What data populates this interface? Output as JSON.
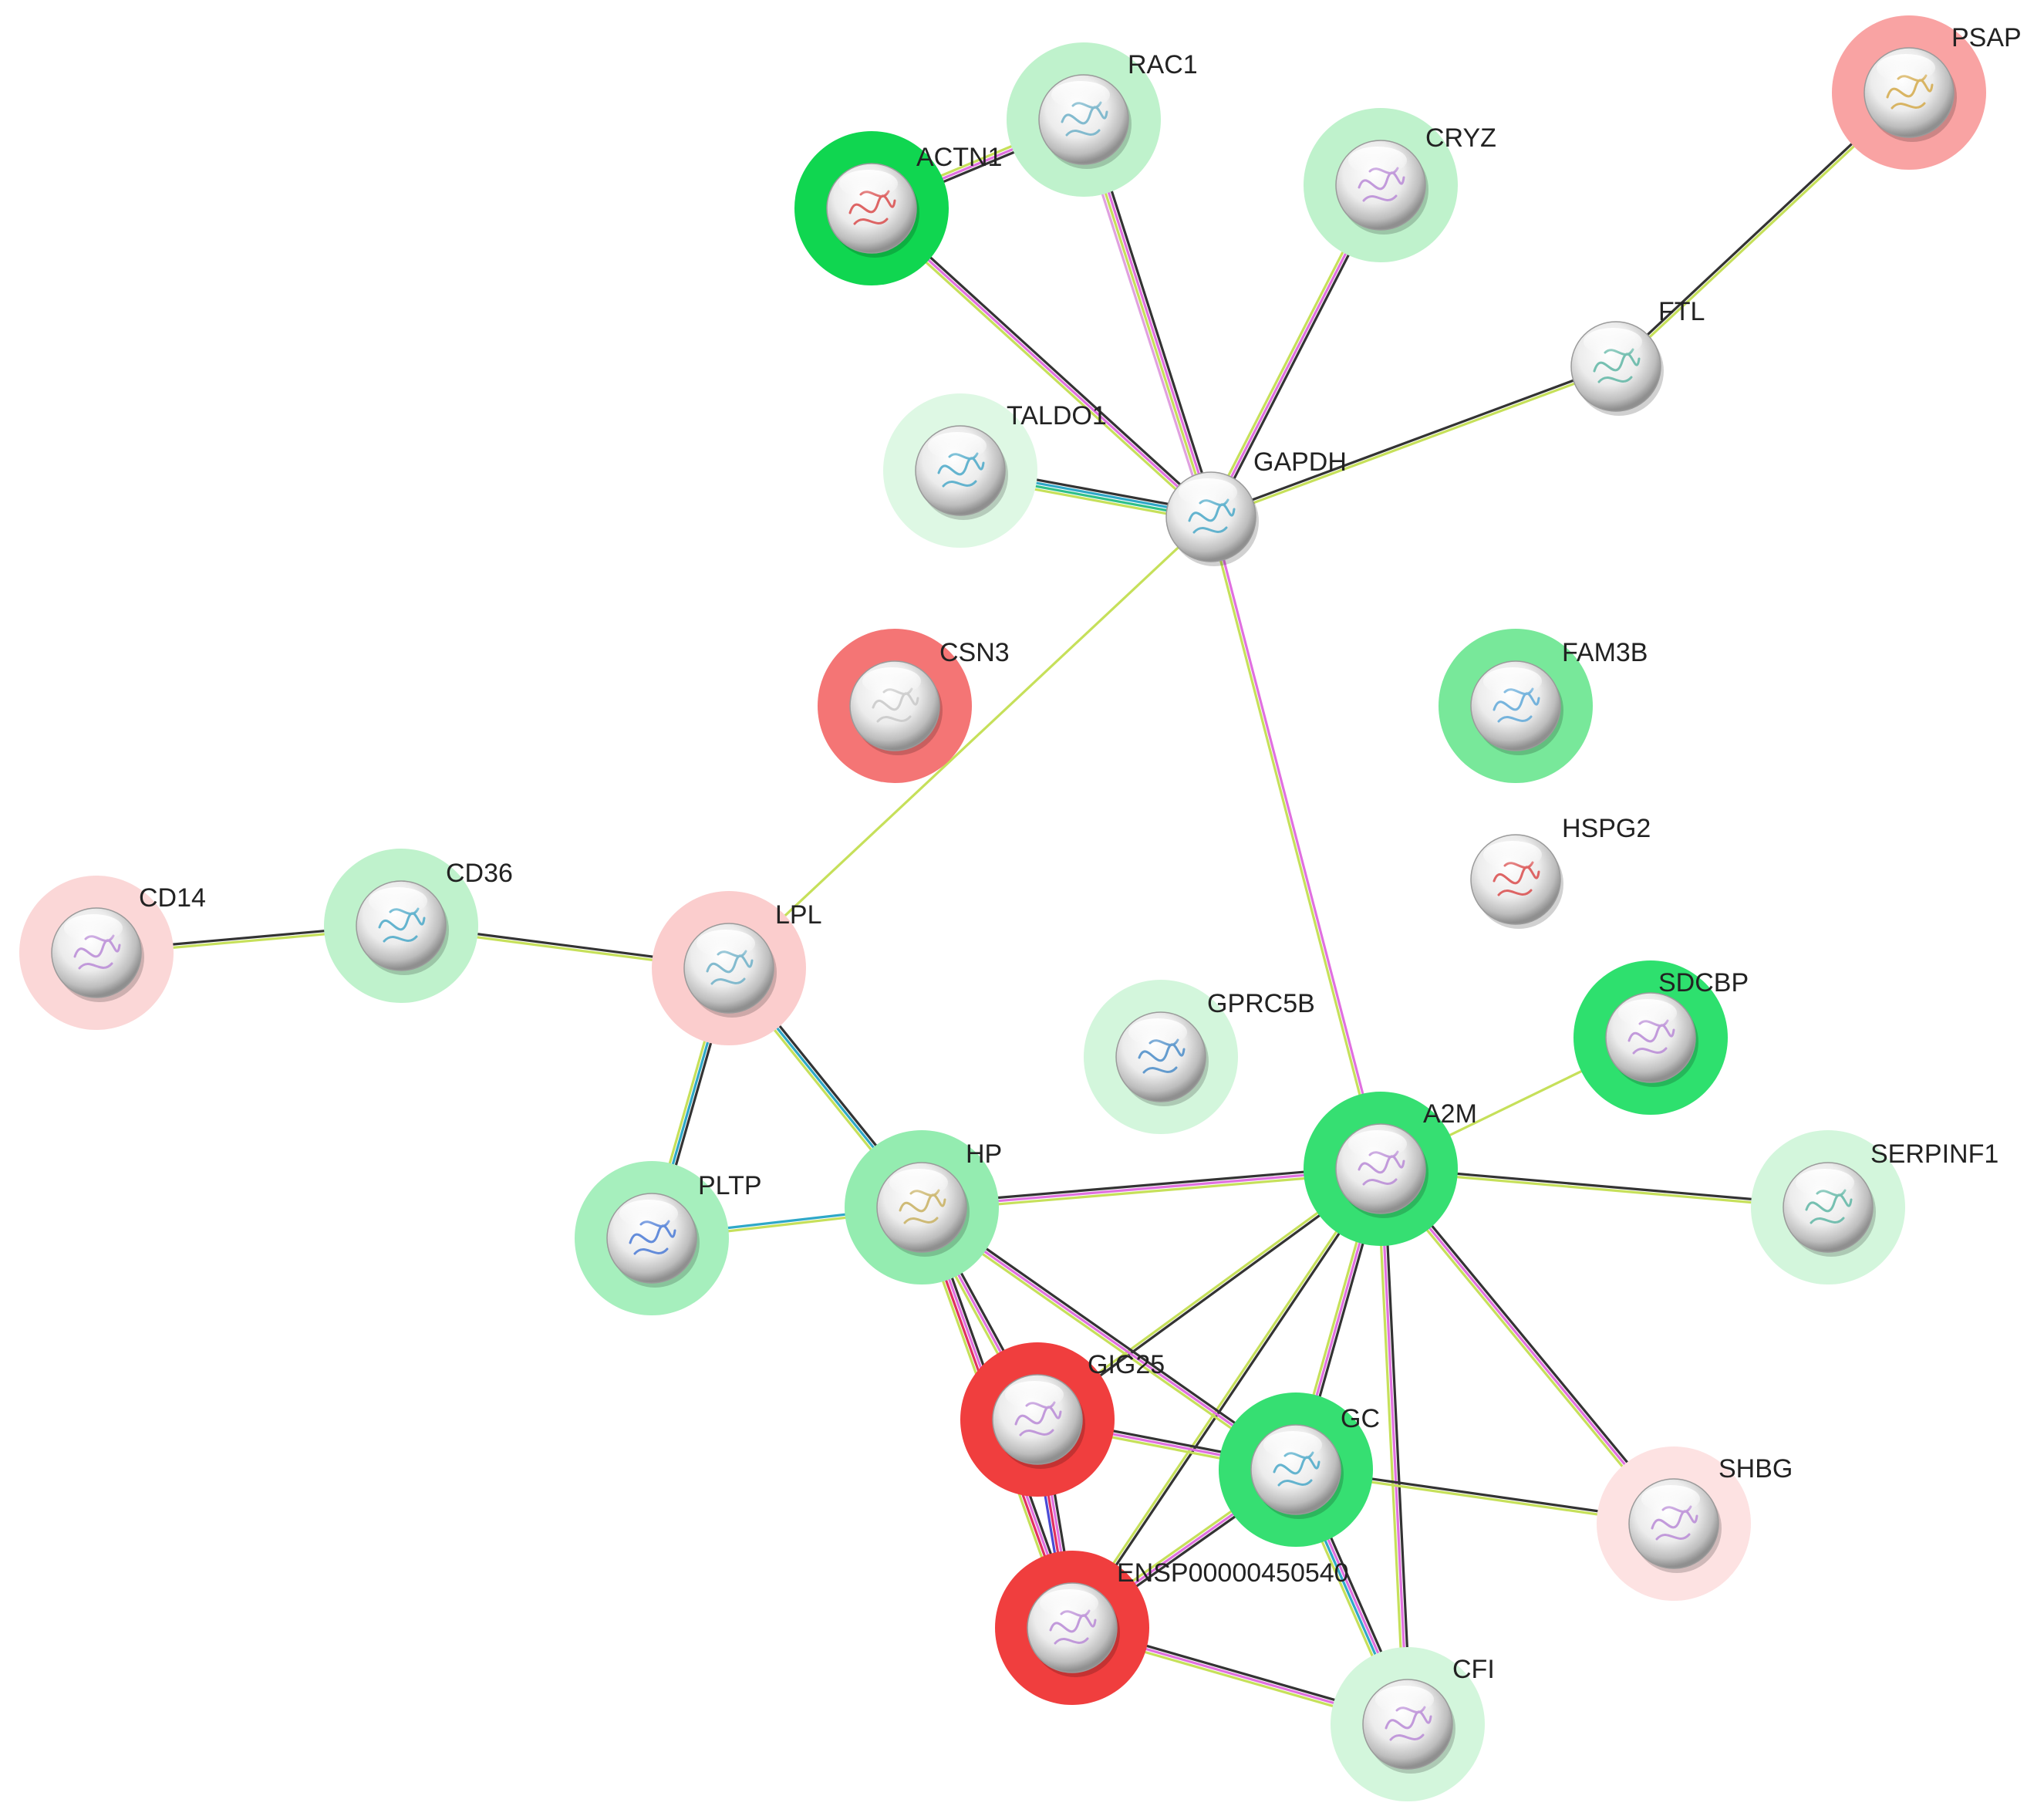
{
  "nodes": [
    {
      "id": "PSAP",
      "label": "PSAP",
      "halo": "#f9a3a3",
      "ribbon": "#d4a94a"
    },
    {
      "id": "RAC1",
      "label": "RAC1",
      "halo": "#bff2cc",
      "ribbon": "#6fb0c8"
    },
    {
      "id": "ACTN1",
      "label": "ACTN1",
      "halo": "#10d650",
      "ribbon": "#d94b4b"
    },
    {
      "id": "CRYZ",
      "label": "CRYZ",
      "halo": "#bff2cc",
      "ribbon": "#b98ad6"
    },
    {
      "id": "FTL",
      "label": "FTL",
      "halo": "none",
      "ribbon": "#5fb6a4"
    },
    {
      "id": "TALDO1",
      "label": "TALDO1",
      "halo": "#def8e4",
      "ribbon": "#4aa8c8"
    },
    {
      "id": "GAPDH",
      "label": "GAPDH",
      "halo": "none",
      "ribbon": "#4aa8c8"
    },
    {
      "id": "CSN3",
      "label": "CSN3",
      "halo": "#f47575",
      "ribbon": "#c8c8c8"
    },
    {
      "id": "FAM3B",
      "label": "FAM3B",
      "halo": "#78e89a",
      "ribbon": "#5fa8d8"
    },
    {
      "id": "HSPG2",
      "label": "HSPG2",
      "halo": "none",
      "ribbon": "#d94b4b"
    },
    {
      "id": "CD14",
      "label": "CD14",
      "halo": "#fbd7d7",
      "ribbon": "#b98ad6"
    },
    {
      "id": "CD36",
      "label": "CD36",
      "halo": "#bff2cc",
      "ribbon": "#4aa8c8"
    },
    {
      "id": "LPL",
      "label": "LPL",
      "halo": "#fbcdcd",
      "ribbon": "#6fb0c8"
    },
    {
      "id": "GPRC5B",
      "label": "GPRC5B",
      "halo": "#d3f6dc",
      "ribbon": "#4a8cc8"
    },
    {
      "id": "SDCBP",
      "label": "SDCBP",
      "halo": "#2ee06e",
      "ribbon": "#b98ad6"
    },
    {
      "id": "A2M",
      "label": "A2M",
      "halo": "#36df72",
      "ribbon": "#b98ad6"
    },
    {
      "id": "HP",
      "label": "HP",
      "halo": "#94ecb0",
      "ribbon": "#c8b060"
    },
    {
      "id": "PLTP",
      "label": "PLTP",
      "halo": "#a6efbd",
      "ribbon": "#4a7ad6"
    },
    {
      "id": "SERPINF1",
      "label": "SERPINF1",
      "halo": "#d3f6dc",
      "ribbon": "#5fb6a4"
    },
    {
      "id": "GIG25",
      "label": "GIG25",
      "halo": "#f03e3e",
      "ribbon": "#b98ad6"
    },
    {
      "id": "GC",
      "label": "GC",
      "halo": "#36df72",
      "ribbon": "#4aa8c8"
    },
    {
      "id": "SHBG",
      "label": "SHBG",
      "halo": "#fde2e2",
      "ribbon": "#b98ad6"
    },
    {
      "id": "ENSP00000450540",
      "label": "ENSP00000450540",
      "halo": "#f03e3e",
      "ribbon": "#b98ad6"
    },
    {
      "id": "CFI",
      "label": "CFI",
      "halo": "#d3f6dc",
      "ribbon": "#b98ad6"
    }
  ],
  "edges": [
    {
      "source": "PSAP",
      "target": "FTL",
      "colors": [
        "#c6e05a",
        "#333333"
      ]
    },
    {
      "source": "FTL",
      "target": "GAPDH",
      "colors": [
        "#c6e05a",
        "#333333"
      ]
    },
    {
      "source": "RAC1",
      "target": "ACTN1",
      "colors": [
        "#333333",
        "#e070e0",
        "#c6e05a"
      ]
    },
    {
      "source": "RAC1",
      "target": "GAPDH",
      "colors": [
        "#333333",
        "#e070e0",
        "#c6e05a",
        "#e0a0e0"
      ]
    },
    {
      "source": "ACTN1",
      "target": "GAPDH",
      "colors": [
        "#333333",
        "#e070e0",
        "#c6e05a"
      ]
    },
    {
      "source": "CRYZ",
      "target": "GAPDH",
      "colors": [
        "#333333",
        "#e070e0",
        "#c6e05a"
      ]
    },
    {
      "source": "TALDO1",
      "target": "GAPDH",
      "colors": [
        "#333333",
        "#2fa8c8",
        "#2fc08a",
        "#c6e05a"
      ]
    },
    {
      "source": "GAPDH",
      "target": "LPL",
      "colors": [
        "#c6e05a"
      ]
    },
    {
      "source": "GAPDH",
      "target": "A2M",
      "colors": [
        "#e070e0",
        "#c6e05a"
      ]
    },
    {
      "source": "CD14",
      "target": "CD36",
      "colors": [
        "#333333",
        "#c6e05a"
      ]
    },
    {
      "source": "CD36",
      "target": "LPL",
      "colors": [
        "#333333",
        "#c6e05a"
      ]
    },
    {
      "source": "LPL",
      "target": "PLTP",
      "colors": [
        "#333333",
        "#2fa8c8",
        "#c6e05a"
      ]
    },
    {
      "source": "LPL",
      "target": "HP",
      "colors": [
        "#333333",
        "#2fa8c8",
        "#c6e05a"
      ]
    },
    {
      "source": "PLTP",
      "target": "HP",
      "colors": [
        "#2fa8c8",
        "#c6e05a"
      ]
    },
    {
      "source": "HP",
      "target": "A2M",
      "colors": [
        "#333333",
        "#e070e0",
        "#c6e05a"
      ]
    },
    {
      "source": "A2M",
      "target": "SDCBP",
      "colors": [
        "#c6e05a"
      ]
    },
    {
      "source": "A2M",
      "target": "SERPINF1",
      "colors": [
        "#333333",
        "#c6e05a"
      ]
    },
    {
      "source": "A2M",
      "target": "GIG25",
      "colors": [
        "#333333",
        "#c6e05a"
      ]
    },
    {
      "source": "A2M",
      "target": "GC",
      "colors": [
        "#333333",
        "#e070e0",
        "#c6e05a"
      ]
    },
    {
      "source": "A2M",
      "target": "ENSP00000450540",
      "colors": [
        "#333333",
        "#c6e05a"
      ]
    },
    {
      "source": "A2M",
      "target": "CFI",
      "colors": [
        "#333333",
        "#e070e0",
        "#c6e05a"
      ]
    },
    {
      "source": "A2M",
      "target": "SHBG",
      "colors": [
        "#333333",
        "#e070e0",
        "#c6e05a"
      ]
    },
    {
      "source": "HP",
      "target": "GIG25",
      "colors": [
        "#333333",
        "#e070e0",
        "#c6e05a"
      ]
    },
    {
      "source": "HP",
      "target": "GC",
      "colors": [
        "#333333",
        "#e070e0",
        "#c6e05a"
      ]
    },
    {
      "source": "HP",
      "target": "ENSP00000450540",
      "colors": [
        "#333333",
        "#e070e0",
        "#e03060",
        "#c6e05a"
      ]
    },
    {
      "source": "GIG25",
      "target": "GC",
      "colors": [
        "#333333",
        "#e070e0",
        "#c6e05a"
      ]
    },
    {
      "source": "GIG25",
      "target": "ENSP00000450540",
      "colors": [
        "#333333",
        "#e070e0",
        "#e03060",
        "#4a4ad6"
      ]
    },
    {
      "source": "GC",
      "target": "ENSP00000450540",
      "colors": [
        "#333333",
        "#e070e0",
        "#c6e05a"
      ]
    },
    {
      "source": "GC",
      "target": "SHBG",
      "colors": [
        "#333333",
        "#c6e05a"
      ]
    },
    {
      "source": "GC",
      "target": "CFI",
      "colors": [
        "#333333",
        "#e070e0",
        "#2fa8c8",
        "#c6e05a"
      ]
    },
    {
      "source": "ENSP00000450540",
      "target": "CFI",
      "colors": [
        "#333333",
        "#e070e0",
        "#c6e05a"
      ]
    }
  ]
}
